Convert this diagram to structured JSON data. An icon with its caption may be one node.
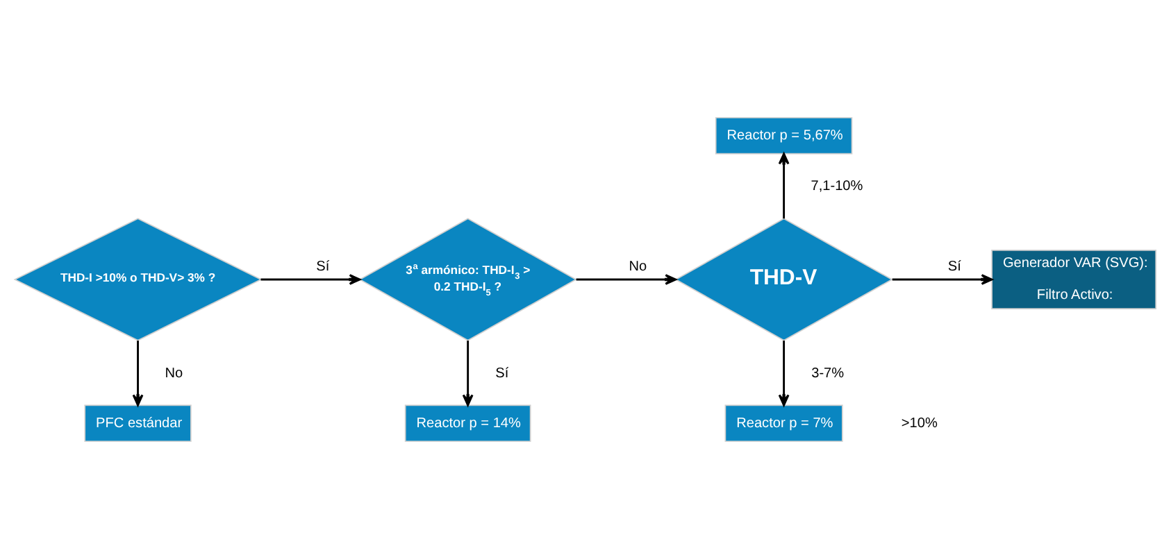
{
  "diagram": {
    "nodes": [
      {
        "text": [
          "Reactor p = 5,67%"
        ]
      },
      {
        "text": [
          "THD-I >10% o THD-V> 3% ?"
        ]
      },
      {
        "text": [
          "3$^{a}$ armónico: THD-I$_{3}$ > 0.2 THD-I$_{5}$ ?"
        ]
      },
      {
        "text": [
          "THD-V"
        ]
      },
      {
        "text": [
          "Generador VAR (SVG):",
          "Filtro Activo:"
        ]
      },
      {
        "text": [
          "PFC estándar"
        ]
      },
      {
        "text": [
          "Reactor p = 14%"
        ]
      },
      {
        "text": [
          "Reactor p = 7%"
        ]
      }
    ],
    "edges": [
      {
        "from": 1,
        "to": 2,
        "arrow": "to",
        "label": "Sí"
      },
      {
        "from": 2,
        "to": 3,
        "arrow": "to",
        "label": "No"
      },
      {
        "from": 3,
        "to": 4,
        "arrow": "to",
        "label": "Sí"
      },
      {
        "from": 1,
        "to": 5,
        "arrow": "to",
        "label": "No"
      },
      {
        "from": 2,
        "to": 6,
        "arrow": "to",
        "label": "Sí"
      },
      {
        "from": 3,
        "to": 7,
        "arrow": "to",
        "label": "3-7%"
      },
      {
        "from": 3,
        "to": 0,
        "arrow": "to",
        "label": "7,1-10%"
      }
    ],
    "labels": [
      ">10%"
    ]
  }
}
